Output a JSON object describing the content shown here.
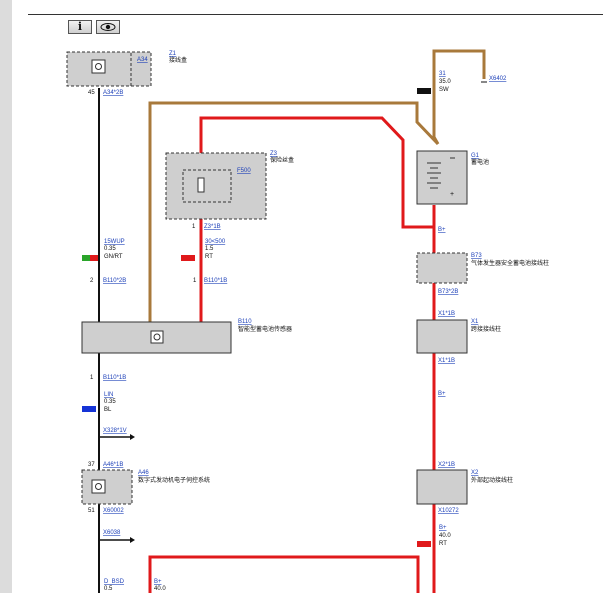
{
  "toolbar": {
    "info_label": "i",
    "view_icon": "eye-icon"
  },
  "colors": {
    "brown": "#a8793b",
    "red": "#e0191b",
    "black": "#111111",
    "green": "#2aa52a",
    "blue": "#1533d6",
    "box_fill": "#cfcfcf"
  },
  "components": {
    "a34": {
      "ref": "A34",
      "code": "Z1",
      "label": "接线盒"
    },
    "z3": {
      "code": "Z3",
      "label": "保险丝盒",
      "fuse": "F500"
    },
    "b110": {
      "code": "B110",
      "label": "智能型蓄电池传感器"
    },
    "g1": {
      "code": "G1",
      "label": "蓄电池"
    },
    "b73": {
      "code": "B73",
      "label": "气体发生器安全蓄电池接线柱"
    },
    "x1": {
      "code": "X1",
      "label": "跨接接线柱"
    },
    "a46": {
      "ref": "A46",
      "label": "数字式发动机电子伺控系统"
    },
    "x2": {
      "code": "X2",
      "label": "外部起动接线柱"
    }
  },
  "wires": {
    "w31": {
      "name": "31",
      "gauge": "35.0",
      "color": "SW"
    },
    "w15": {
      "name": "15WUP",
      "gauge": "0.35",
      "color": "GN/RT"
    },
    "w30": {
      "name": "30<500",
      "gauge": "1.5",
      "color": "RT"
    },
    "wlin": {
      "name": "LIN",
      "gauge": "0.35",
      "color": "BL"
    },
    "wbplus_a": {
      "name": "B+",
      "gauge": "40.0",
      "color": "RT"
    },
    "wdbsd": {
      "name": "D_BSD",
      "gauge": "0.5"
    },
    "wbplus_b": {
      "name": "B+",
      "gauge": "40.0"
    }
  },
  "pins": {
    "p45": "45",
    "a34_2b": "A34*2B",
    "p1_z3": "1",
    "z3_1b": "Z3*1B",
    "p2": "2",
    "b110_2b": "B110*2B",
    "p1_b110": "1",
    "b110_1b": "B110*1B",
    "p1_b110lower": "1",
    "b110_1b_lower": "B110*1B",
    "x328": "X328*1V",
    "p37": "37",
    "a46_1b": "A46*1B",
    "p51": "51",
    "x60002": "X60002",
    "x6038": "X6038",
    "x6402": "X6402",
    "bplus_1": "B+",
    "b73_2b": "B73*2B",
    "x1_1b_top": "X1*1B",
    "x1_1b_bot": "X1*1B",
    "bplus_2": "B+",
    "x2_1b": "X2*1B",
    "x10272": "X10272"
  }
}
